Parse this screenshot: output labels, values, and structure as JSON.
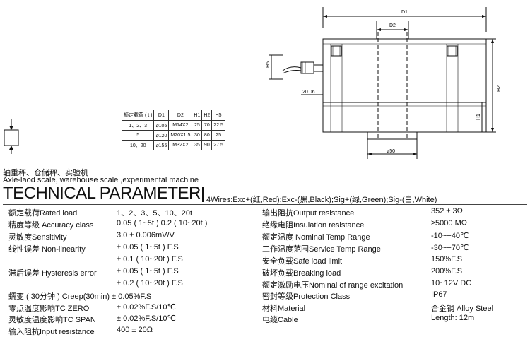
{
  "drawing": {
    "labels": {
      "d1": "D1",
      "d2": "D2",
      "h5": "H5",
      "h2": "H2",
      "h1": "H1",
      "thread": "20.06",
      "base_dia": "⌀50"
    }
  },
  "dimension_table": {
    "headers": [
      "额定载荷 ( t )",
      "D1",
      "D2",
      "H1",
      "H2",
      "H5"
    ],
    "rows": [
      [
        "1、2、3",
        "⌀105",
        "M14X2",
        "25",
        "70",
        "22.5"
      ],
      [
        "5",
        "⌀120",
        "M20X1.5",
        "30",
        "80",
        "25"
      ],
      [
        "10、20",
        "⌀155",
        "M32X2",
        "35",
        "90",
        "27.5"
      ]
    ]
  },
  "applications": {
    "cn": "轴重秤、仓储秤、实验机",
    "en": "Axle-laod scale, warehouse scale ,experimental machine"
  },
  "header": {
    "title": "TECHNICAL PARAMETER",
    "wires": "4Wires:Exc+(红,Red);Exc-(黑,Black);Sig+(绿,Green);Sig-(白,White)"
  },
  "specs_left": [
    {
      "label": "额定载荷Rated load",
      "value": "1、2、3、5、10、20t"
    },
    {
      "label": "精度等级 Accuracy class",
      "value": "0.05 ( 1~5t ) 0.2 ( 10~20t )"
    },
    {
      "label": "灵敏度Sensitivity",
      "value": "3.0 ± 0.006mV/V"
    },
    {
      "label": "线性误差 Non-linearity",
      "value": "± 0.05 ( 1~5t ) F.S"
    },
    {
      "label": "",
      "value": "± 0.1 ( 10~20t ) F.S"
    },
    {
      "label": "滞后误差 Hysteresis error",
      "value": "± 0.05 ( 1~5t ) F.S"
    },
    {
      "label": "",
      "value": "± 0.2 ( 10~20t ) F.S"
    },
    {
      "label": "蠕变 ( 30分钟 ) Creep(30min) ± 0.05%F.S",
      "value": ""
    },
    {
      "label": "零点温度影响TC ZERO",
      "value": "± 0.02%F.S/10℃"
    },
    {
      "label": "灵敏度温度影响TC SPAN",
      "value": "± 0.02%F.S/10℃"
    },
    {
      "label": "输入阻抗Input resistance",
      "value": "400 ± 20Ω"
    }
  ],
  "specs_right": [
    {
      "label": "输出阻抗Output resistance",
      "value": "352 ± 3Ω"
    },
    {
      "label": "绝缘电阻Insulation resistance",
      "value": "≥5000 MΩ"
    },
    {
      "label": "额定温度 Nominal Temp Range",
      "value": "-10~+40℃"
    },
    {
      "label": "工作温度范围Service Temp Range",
      "value": "-30~+70℃"
    },
    {
      "label": "安全负载Safe load limit",
      "value": "150%F.S"
    },
    {
      "label": "破坏负载Breaking load",
      "value": "200%F.S"
    },
    {
      "label": "额定激励电压Nominal of range excitation",
      "value": "10~12V DC"
    },
    {
      "label": "密封等级Protection Class",
      "value": "IP67"
    },
    {
      "label": "材料Material",
      "value": "合金钢 Alloy Steel"
    },
    {
      "label": "电缆Cable",
      "value": "Length: 12m"
    }
  ]
}
